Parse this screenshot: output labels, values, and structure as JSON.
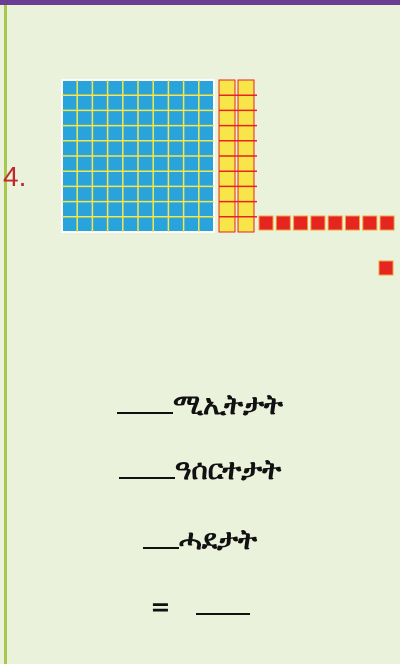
{
  "question_number": "4.",
  "blocks": {
    "hundreds": 1,
    "tens": 2,
    "ones": 9
  },
  "colors": {
    "hundreds": "#29a3dc",
    "tens": "#f7e54a",
    "ones": "#e52520",
    "grid_line_hundreds": "#f7e54a",
    "grid_line_tens": "#e52520",
    "ones_border": "#f0a13a"
  },
  "answer_lines": [
    {
      "label": "ሚኢትታት"
    },
    {
      "label": "ዓሰርተታት"
    },
    {
      "label": "ሓደታት"
    }
  ],
  "total": {
    "equals": "="
  }
}
